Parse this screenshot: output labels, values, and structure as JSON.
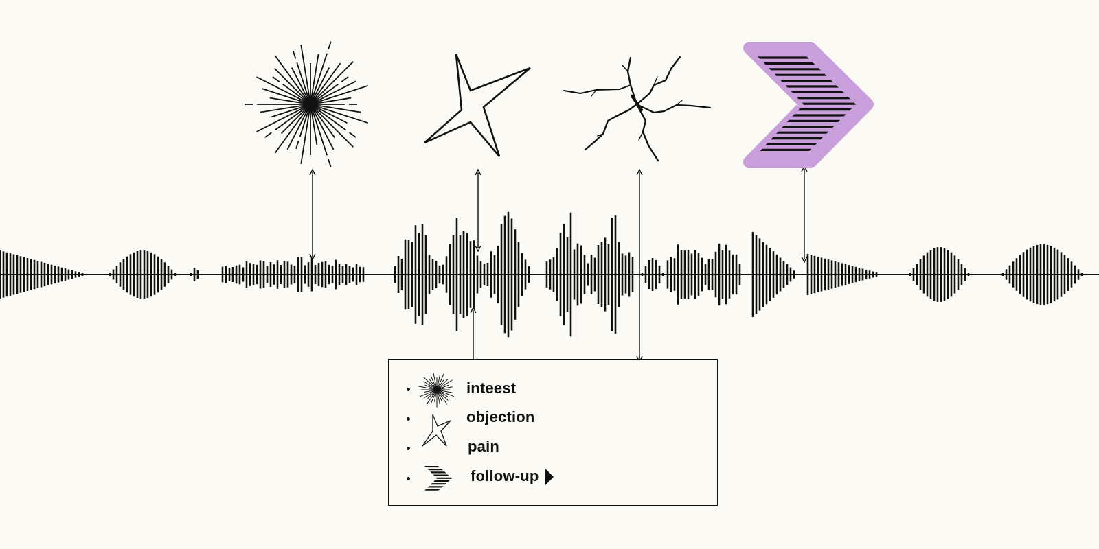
{
  "markers": [
    {
      "id": "interest",
      "icon": "starburst-icon"
    },
    {
      "id": "objection",
      "icon": "four-point-star-icon"
    },
    {
      "id": "pain",
      "icon": "crack-icon"
    },
    {
      "id": "follow-up",
      "icon": "chevron-hatched-icon",
      "highlight_color": "#c89fdb"
    }
  ],
  "legend": {
    "items": [
      {
        "label": "inteest",
        "icon": "starburst-icon"
      },
      {
        "label": "objection",
        "icon": "four-point-star-icon"
      },
      {
        "label": "pain",
        "icon": ""
      },
      {
        "label": "follow-up",
        "icon": "chevron-hatched-icon",
        "suffix_icon": "play-triangle-icon"
      }
    ]
  },
  "colors": {
    "ink": "#111111",
    "background": "#fbfaf5",
    "accent": "#c89fdb"
  }
}
